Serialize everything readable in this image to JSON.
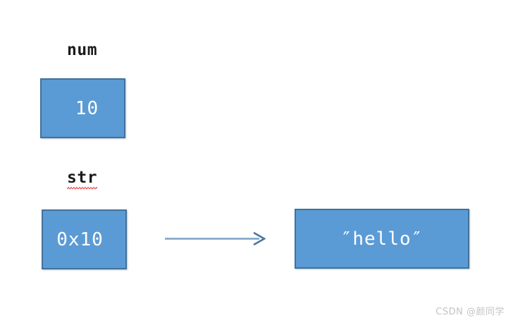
{
  "diagram": {
    "title": "variable memory layout",
    "background_color": "#ffffff",
    "box_fill_color": "#5b9bd5",
    "box_border_color": "#41719c",
    "box_text_color": "#ffffff",
    "arrow_color": "#7ba0c4",
    "squiggle_color": "#f04b4b"
  },
  "variables": [
    {
      "name": "num",
      "misspelled": false,
      "value": "10",
      "kind": "value"
    },
    {
      "name": "str",
      "misspelled": true,
      "value": "0x10",
      "kind": "pointer"
    }
  ],
  "heap": {
    "value": "″hello″"
  },
  "arrow": {
    "name": "points-to-arrow",
    "from": "str",
    "to": "heap"
  },
  "watermark": {
    "text": "CSDN @颜同学"
  }
}
